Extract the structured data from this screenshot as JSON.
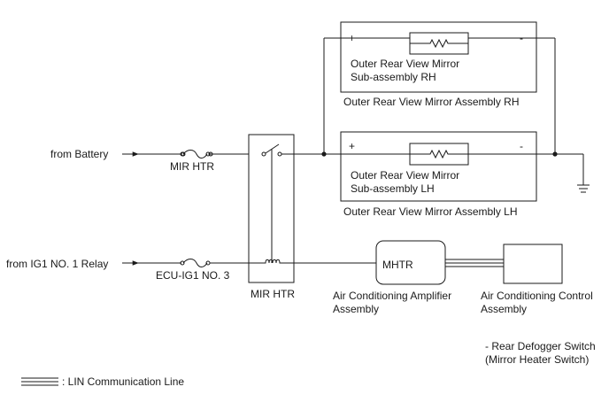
{
  "sources": {
    "battery": "from Battery",
    "ig1_relay": "from IG1 NO. 1 Relay"
  },
  "fuses": {
    "mir_htr": "MIR HTR",
    "ecu_ig1": "ECU-IG1 NO. 3"
  },
  "relay": {
    "label": "MIR HTR"
  },
  "mirror_rh": {
    "plus": "+",
    "minus": "-",
    "sub_line1": "Outer Rear View Mirror",
    "sub_line2": "Sub-assembly RH",
    "assembly": "Outer Rear View Mirror Assembly RH"
  },
  "mirror_lh": {
    "plus": "+",
    "minus": "-",
    "sub_line1": "Outer Rear View Mirror",
    "sub_line2": "Sub-assembly LH",
    "assembly": "Outer Rear View Mirror Assembly LH"
  },
  "amplifier": {
    "box_label": "MHTR",
    "line1": "Air Conditioning Amplifier",
    "line2": "Assembly"
  },
  "control": {
    "line1": "Air Conditioning Control",
    "line2": "Assembly"
  },
  "switch_note": {
    "line1": "- Rear Defogger Switch",
    "line2": "(Mirror Heater Switch)"
  },
  "legend": {
    "lin_label": ": LIN Communication Line"
  }
}
